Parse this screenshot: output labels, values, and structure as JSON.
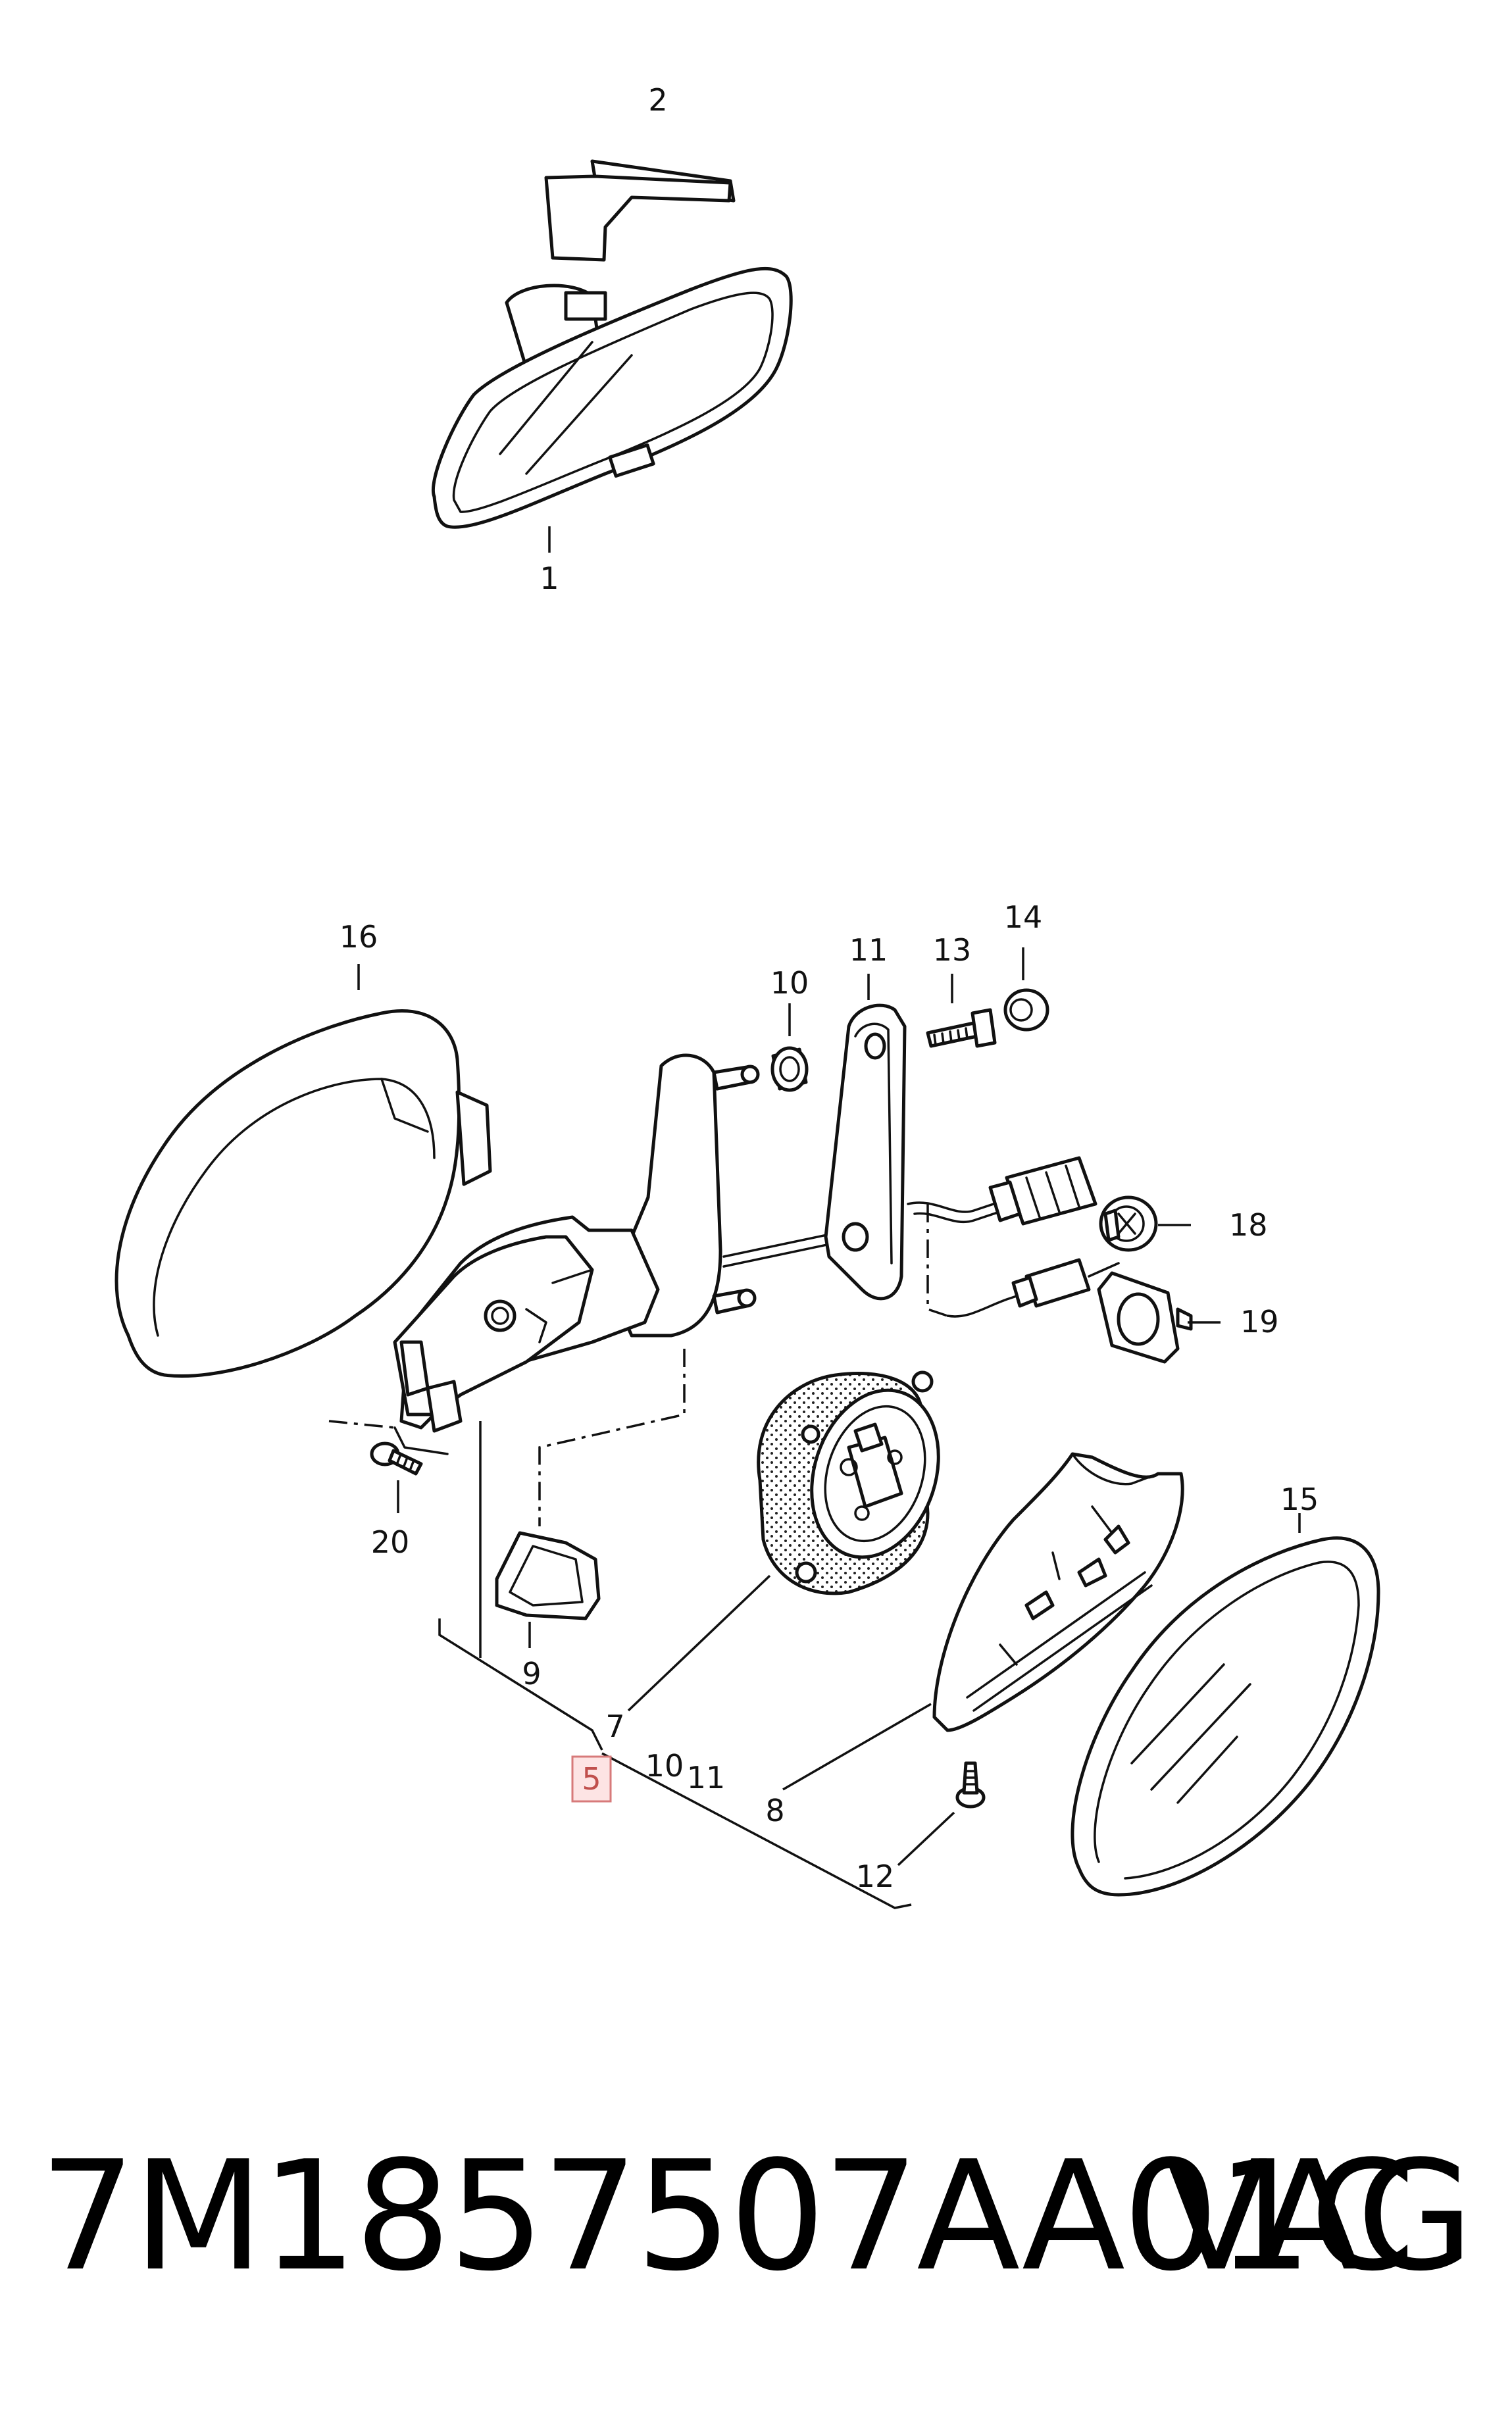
{
  "callouts": {
    "c1": "1",
    "c2": "2",
    "c5": "5",
    "c7": "7",
    "c8": "8",
    "c9": "9",
    "c10a": "10",
    "c10b": "10",
    "c11a": "11",
    "c11b": "11",
    "c12": "12",
    "c13": "13",
    "c14": "14",
    "c15": "15",
    "c16": "16",
    "c18": "18",
    "c19": "19",
    "c20": "20"
  },
  "highlight_color": "#c0504d",
  "footer": {
    "part_number": "7M1857507AA01C",
    "brand": "VAG"
  }
}
